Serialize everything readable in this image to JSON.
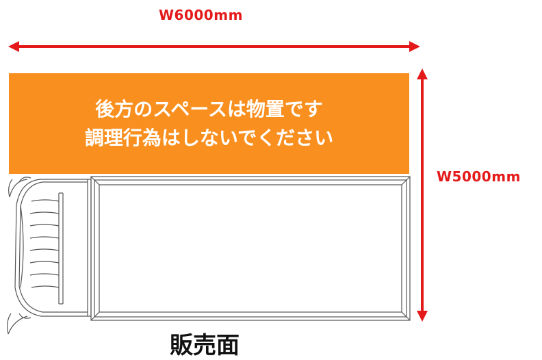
{
  "dimensions": {
    "width_label": "W6000mm",
    "depth_label": "W5000mm",
    "arrow_color": "#e41a1a"
  },
  "storage_area": {
    "line1": "後方のスペースは物置です",
    "line2": "調理行為はしないでください",
    "fill_color": "#f98f1f"
  },
  "sales_face_label": "販売面"
}
